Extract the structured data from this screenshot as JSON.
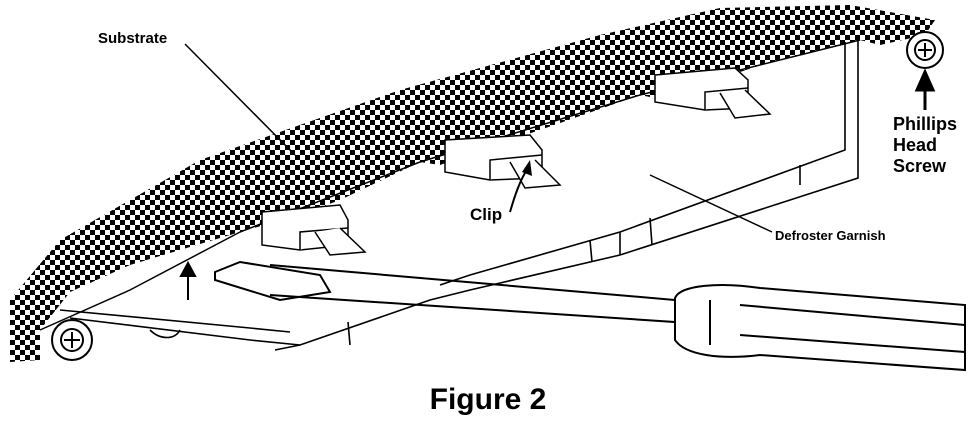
{
  "labels": {
    "substrate": "Substrate",
    "clip": "Clip",
    "defroster_garnish": "Defroster Garnish",
    "screw_line1": "Phillips",
    "screw_line2": "Head",
    "screw_line3": "Screw"
  },
  "caption": "Figure 2",
  "colors": {
    "ink": "#000000",
    "paper": "#ffffff"
  }
}
